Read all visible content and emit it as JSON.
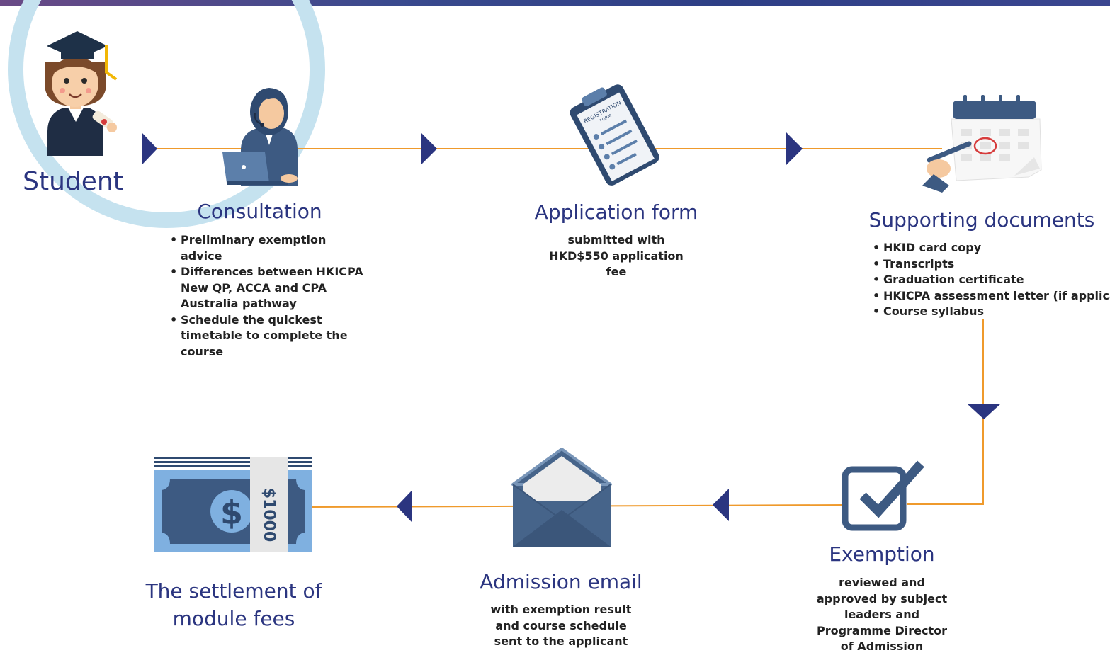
{
  "colors": {
    "accent_navy": "#2b3580",
    "line_orange": "#ef9a2c",
    "circle_light_blue": "#c5e2ef",
    "icon_slate_blue": "#46648a"
  },
  "student": {
    "label": "Student",
    "icon": "graduate-student-icon"
  },
  "steps": [
    {
      "id": "consultation",
      "title": "Consultation",
      "icon": "consultant-headset-laptop-icon",
      "bullets": [
        "Preliminary exemption advice",
        "Differences between HKICPA New QP, ACCA and CPA Australia pathway",
        "Schedule the quickest timetable to complete the course"
      ]
    },
    {
      "id": "application-form",
      "title": "Application form",
      "icon": "registration-clipboard-icon",
      "icon_text": [
        "REGISTRATION",
        "FORM"
      ],
      "description": "submitted with HKD$550 application fee"
    },
    {
      "id": "supporting-documents",
      "title": "Supporting documents",
      "icon": "calendar-pen-icon",
      "bullets": [
        "HKID card copy",
        "Transcripts",
        "Graduation certificate",
        "HKICPA assessment letter (if applicable)",
        "Course syllabus"
      ]
    },
    {
      "id": "exemption",
      "title": "Exemption",
      "icon": "checkbox-check-icon",
      "description": "reviewed and approved by subject leaders and Programme Director of Admission"
    },
    {
      "id": "admission-email",
      "title": "Admission email",
      "icon": "envelope-icon",
      "description": "with exemption result and course schedule sent to the applicant"
    },
    {
      "id": "module-fees",
      "title": "The settlement of module fees",
      "icon": "banknote-bundle-icon",
      "icon_text": "$1000"
    }
  ]
}
